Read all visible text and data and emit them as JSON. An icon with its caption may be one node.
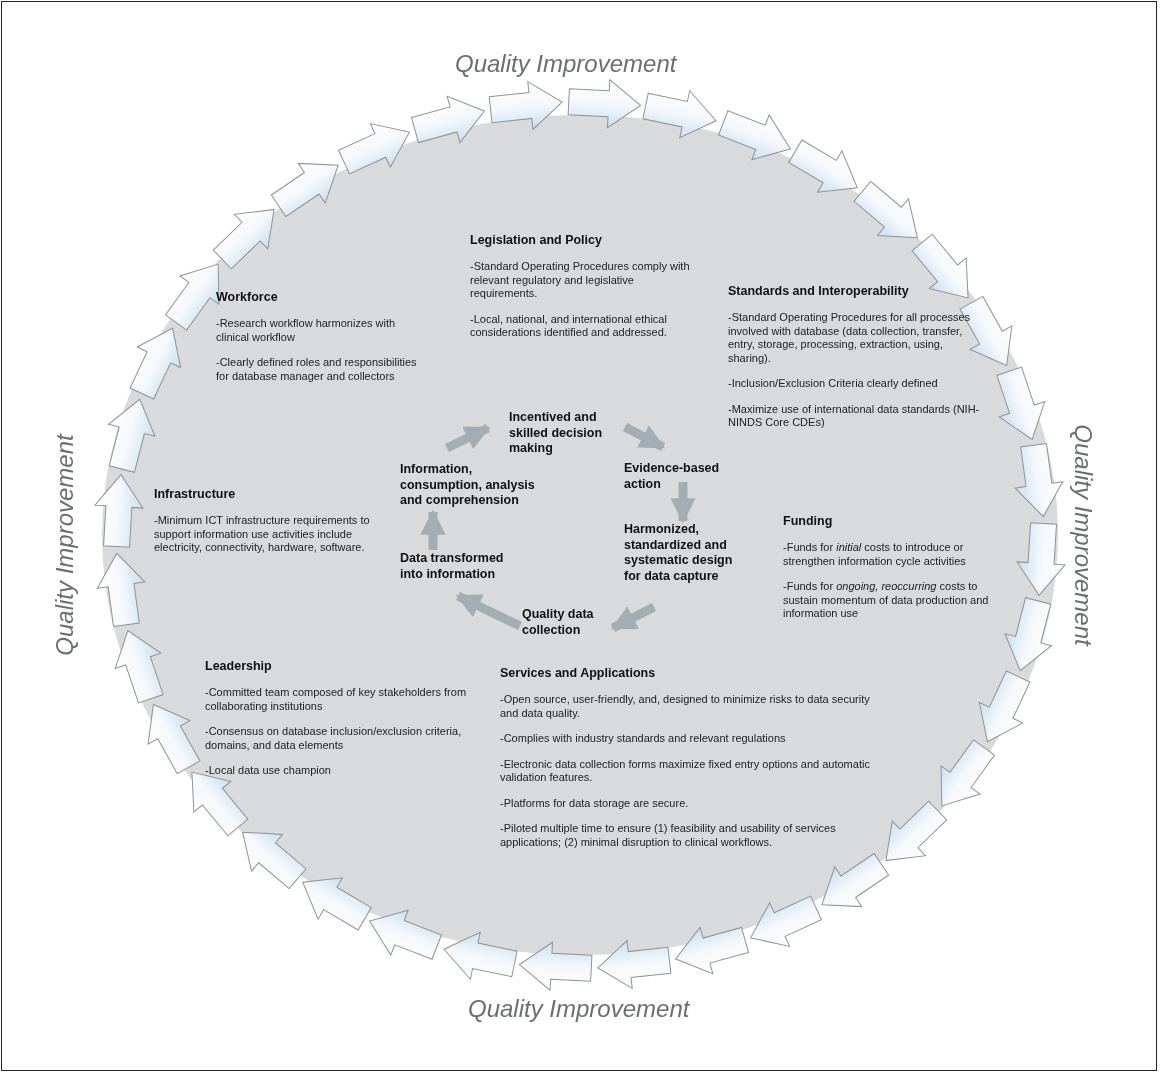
{
  "diagram": {
    "nodes": [
      {
        "text": [
          "Incentived and skilled decision making"
        ]
      },
      {
        "text": [
          "Information, consumption, analysis and comprehension"
        ]
      },
      {
        "text": [
          "Evidence-based action"
        ]
      },
      {
        "text": [
          "Harmonized, standardized and systematic design for data capture"
        ]
      },
      {
        "text": [
          "Data transformed into information"
        ]
      },
      {
        "text": [
          "Quality data collection"
        ]
      }
    ],
    "edges": [
      {
        "from": 1,
        "to": 0,
        "arrow": "to"
      },
      {
        "from": 0,
        "to": 2,
        "arrow": "to"
      },
      {
        "from": 2,
        "to": 3,
        "arrow": "to"
      },
      {
        "from": 3,
        "to": 5,
        "arrow": "to"
      },
      {
        "from": 5,
        "to": 4,
        "arrow": "to"
      },
      {
        "from": 4,
        "to": 1,
        "arrow": "to"
      }
    ],
    "labels": [
      "Quality Improvement",
      "Legislation and Policy",
      "-Standard Operating Procedures comply with relevant regulatory and legislative requirements.",
      "-Local, national, and international ethical considerations identified and addressed.",
      "Workforce",
      "-Research workflow harmonizes with clinical workflow",
      "-Clearly defined roles and responsibilities for database manager and collectors",
      "Standards and Interoperability",
      "-Standard Operating Procedures for all processes involved with database (data collection, transfer, entry, storage, processing, extraction, using, sharing).",
      "-Inclusion/Exclusion Criteria clearly defined",
      "-Maximize use of international data standards (NIH-NINDS Core CDEs)",
      "Quality Improvement",
      "Quality Improvement",
      "Infrastructure",
      "-Minimum ICT infrastructure requirements to support information use activities include electricity, connectivity, hardware, software.",
      "Funding",
      "-Funds for *initial* costs to introduce or strengthen information cycle activities",
      "-Funds for *ongoing, reoccurring* costs to sustain momentum of data production and information use",
      "Leadership",
      "-Committed team composed of key stakeholders from collaborating institutions",
      "-Consensus on database inclusion/exclusion criteria, domains, and data elements",
      "-Local data use champion",
      "Services and Applications",
      "-Open source, user-friendly, and, designed to minimize risks to data security and data quality.",
      "-Complies with industry standards and relevant regulations",
      "-Electronic data collection forms maximize fixed entry options and automatic validation features.",
      "-Platforms for data storage are secure.",
      "-Piloted multiple time to ensure (1) feasibility and usability of services applications; (2) minimal disruption to clinical workflows.",
      "Quality Improvement"
    ]
  }
}
